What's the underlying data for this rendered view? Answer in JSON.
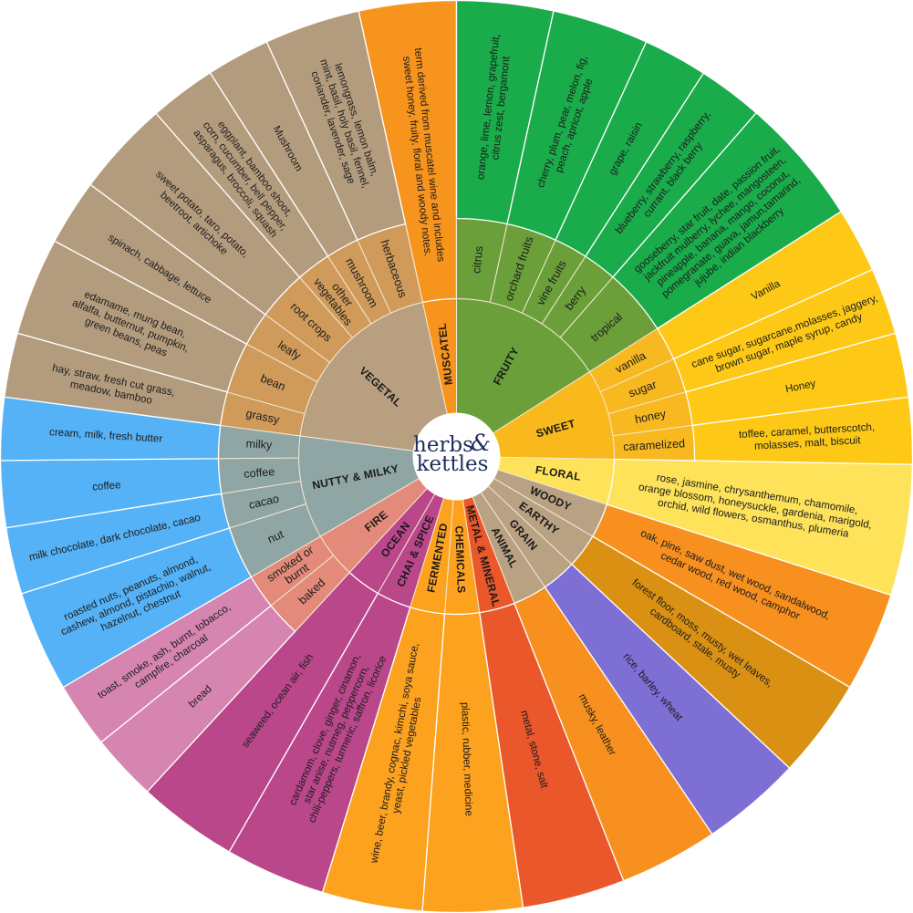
{
  "logo": {
    "line1": "herbs",
    "amp": "&",
    "line2": "kettles"
  },
  "wheel": {
    "categories": [
      {
        "name": "MUSCATEL",
        "color_inner": "#f7941d",
        "subs": [
          {
            "color_outer": "#f7941d",
            "lines": [
              "term derived from muscatel wine and includes",
              "sweet honey, fruity, floral and woody notes."
            ]
          }
        ]
      },
      {
        "name": "FRUITY",
        "color_inner": "#6a9f3a",
        "color_mid": "#6a9f3a",
        "subs": [
          {
            "label": [
              "citrus"
            ],
            "color_outer": "#1aab4b",
            "lines": [
              "orange, lime, lemon, grapefruit,",
              "citrus zest, bergamont"
            ]
          },
          {
            "label": [
              "orchard  fruits"
            ],
            "color_outer": "#1aab4b",
            "lines": [
              "cherry, plum, pear, melon, fig,",
              "peach, apricot, apple"
            ]
          },
          {
            "label": [
              "vine fruits"
            ],
            "color_outer": "#1aab4b",
            "lines": [
              "grape, raisin"
            ]
          },
          {
            "label": [
              "berry"
            ],
            "color_outer": "#1aab4b",
            "lines": [
              "blueberry, strawberry, raspberry,",
              "currant, black berry"
            ]
          },
          {
            "label": [
              "tropical"
            ],
            "color_outer": "#1aab4b",
            "lines": [
              "gooseberry, star fruit, date, passion fruit,",
              "jackfruit mulberry, lychee, mangosteen,",
              "pineapple, banana, mango, coconut,",
              "pomegranate, guava, jamun,tamarind,",
              "jujube, indian blackberry"
            ]
          }
        ]
      },
      {
        "name": "SWEET",
        "color_inner": "#f9b91c",
        "color_mid": "#f8b820",
        "subs": [
          {
            "label": [
              "vanilla"
            ],
            "color_outer": "#fdc916",
            "lines": [
              "Vanilla"
            ]
          },
          {
            "label": [
              "sugar"
            ],
            "color_outer": "#fdc916",
            "lines": [
              "cane sugar, sugarcane,molasses, jaggery,",
              "brown sugar, maple syrup, candy"
            ]
          },
          {
            "label": [
              "honey"
            ],
            "color_outer": "#fdc916",
            "lines": [
              "Honey"
            ]
          },
          {
            "label": [
              "caramelized"
            ],
            "color_outer": "#fdc916",
            "lines": [
              "toffee, caramel, butterscotch,",
              "molasses, malt, biscuit"
            ]
          }
        ]
      },
      {
        "name": "FLORAL",
        "color_inner": "#fde25a",
        "subs": [
          {
            "color_outer": "#fde25a",
            "lines": [
              "rose, jasmine, chrysanthemum, chamomile,",
              "orange blossom, honeysuckle, gardenia, marigold,",
              "orchid, wild flowers, osmanthus, plumeria"
            ]
          }
        ]
      },
      {
        "name": "WOODY",
        "color_inner": "#b9a183",
        "subs": [
          {
            "color_outer": "#f7901e",
            "lines": [
              "oak, pine, saw dust, wet wood, sandalwood,",
              "cedar wood, red wood, camphor"
            ]
          }
        ]
      },
      {
        "name": "EARTHY",
        "color_inner": "#b9a183",
        "subs": [
          {
            "color_outer": "#da9113",
            "lines": [
              "forest floor, moss, musty, wet leaves,",
              "cardboard, stale, musty"
            ]
          }
        ]
      },
      {
        "name": "GRAIN",
        "color_inner": "#b9a183",
        "subs": [
          {
            "color_outer": "#7e6fd4",
            "lines": [
              "rice, barley, wheat"
            ]
          }
        ]
      },
      {
        "name": "ANIMAL",
        "color_inner": "#b9a183",
        "subs": [
          {
            "color_outer": "#f7901e",
            "lines": [
              "musky, leather"
            ]
          }
        ]
      },
      {
        "name": "METAL & MINERAL",
        "color_inner": "#e9572b",
        "subs": [
          {
            "color_outer": "#e9572b",
            "lines": [
              "metal, stone, salt"
            ]
          }
        ]
      },
      {
        "name": "CHEMICALS",
        "color_inner": "#fca21f",
        "subs": [
          {
            "color_outer": "#fca21f",
            "lines": [
              "plastic, rubber, medicine"
            ]
          }
        ]
      },
      {
        "name": "FERMENTED",
        "color_inner": "#fca21f",
        "subs": [
          {
            "color_outer": "#fca21f",
            "lines": [
              "wine, beer, brandy, cognac, kimchi, soya sauce,",
              "yeast, pickled vegetables"
            ]
          }
        ]
      },
      {
        "name": "CHAI & SPICE",
        "color_inner": "#b9478a",
        "subs": [
          {
            "color_outer": "#b9478a",
            "lines": [
              "cardamom, clove, ginger, cinamon,",
              "star anise, nutmeg, peppercorn,",
              "chili-peppers, turmeric, saffron, licorice"
            ]
          }
        ]
      },
      {
        "name": "OCEAN",
        "color_inner": "#b9478a",
        "subs": [
          {
            "color_outer": "#b9478a",
            "lines": [
              "seaweed, ocean air, fish"
            ]
          }
        ]
      },
      {
        "name": "FIRE",
        "color_inner": "#e38a7a",
        "color_mid": "#e38a7a",
        "subs": [
          {
            "label": [
              "baked"
            ],
            "color_outer": "#d585b0",
            "lines": [
              "bread"
            ]
          },
          {
            "label": [
              "smoked or",
              "burnt"
            ],
            "color_outer": "#d585b0",
            "lines": [
              "toast, smoke, ash, burnt, tobacco,",
              "campfire, charcoal"
            ]
          }
        ]
      },
      {
        "name": "NUTTY & MILKY",
        "color_inner": "#8fa6a5",
        "color_mid": "#8fa6a5",
        "subs": [
          {
            "label": [
              "nut"
            ],
            "color_outer": "#55b2f6",
            "lines": [
              "roasted nuts, peanuts, almond,",
              "cashew, almond, pistachio, walnut,",
              "hazelnut, chestnut"
            ]
          },
          {
            "label": [
              "cacao"
            ],
            "color_outer": "#55b2f6",
            "lines": [
              "milk chocolate, dark chocolate, cacao"
            ]
          },
          {
            "label": [
              "coffee"
            ],
            "color_outer": "#55b2f6",
            "lines": [
              "coffee"
            ]
          },
          {
            "label": [
              "milky"
            ],
            "color_outer": "#55b2f6",
            "lines": [
              "cream, milk, fresh butter"
            ]
          }
        ]
      },
      {
        "name": "VEGETAL",
        "color_inner": "#b89f80",
        "color_mid": "#cf9a5a",
        "subs": [
          {
            "label": [
              "grassy"
            ],
            "color_outer": "#b39c7e",
            "lines": [
              "hay, straw, fresh cut grass,",
              "meadow, bamboo"
            ]
          },
          {
            "label": [
              "bean"
            ],
            "color_outer": "#b39c7e",
            "lines": [
              "edamame, mung bean,",
              "alfalfa, butternut, pumpkin,",
              "green beans, peas"
            ]
          },
          {
            "label": [
              "leafy"
            ],
            "color_outer": "#b39c7e",
            "lines": [
              "spinach, cabbage, lettuce"
            ]
          },
          {
            "label": [
              "root crops"
            ],
            "color_outer": "#b39c7e",
            "lines": [
              "sweet potato, taro, potato,",
              "beetroot, artichoke"
            ]
          },
          {
            "label": [
              "other",
              "vegetables"
            ],
            "color_outer": "#b39c7e",
            "lines": [
              "eggplant, bamboo shoot,",
              "corn, cucumber, bell pepper,",
              "asparagus, broccoli, squash"
            ]
          },
          {
            "label": [
              "mushroom"
            ],
            "color_outer": "#b39c7e",
            "lines": [
              "Mushroom"
            ]
          },
          {
            "label": [
              "herbaceous"
            ],
            "color_outer": "#b39c7e",
            "lines": [
              "lemongrass, lemon balm,",
              "mint, basil, holy basil, fennel,",
              "coriander, lavender, sage"
            ]
          }
        ]
      }
    ]
  }
}
